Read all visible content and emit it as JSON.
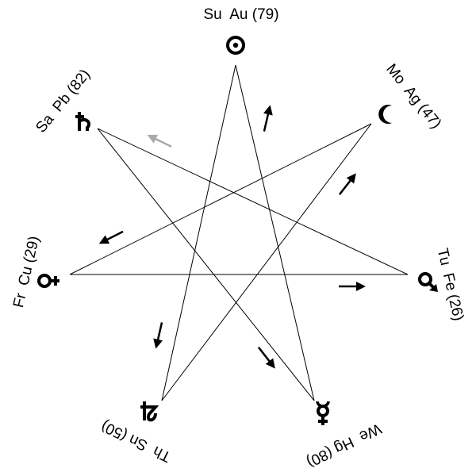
{
  "colors": {
    "background": "#ffffff",
    "line": "#000000",
    "symbol": "#000000",
    "arrow": "#000000",
    "arrow_faded": "#aaaaaa"
  },
  "planets": [
    {
      "id": "sun",
      "label": "Su  Au (79)",
      "icon": "sun-icon"
    },
    {
      "id": "moon",
      "label": "Mo  Ag (47)",
      "icon": "moon-icon"
    },
    {
      "id": "mars",
      "label": "Tu  Fe (26)",
      "icon": "mars-icon"
    },
    {
      "id": "mercury",
      "label": "We  Hg (80)",
      "icon": "mercury-icon"
    },
    {
      "id": "jupiter",
      "label": "Th  Sn (50)",
      "icon": "jupiter-icon"
    },
    {
      "id": "venus",
      "label": "Fr  Cu (29)",
      "icon": "venus-icon"
    },
    {
      "id": "saturn",
      "label": "Sa  Pb (82)",
      "icon": "saturn-icon"
    }
  ]
}
